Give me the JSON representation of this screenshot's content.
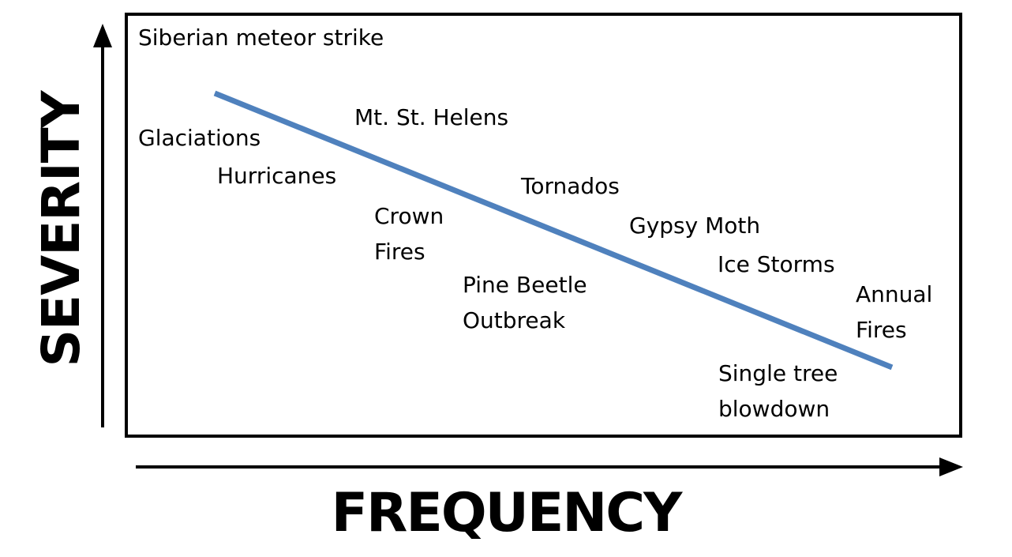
{
  "axes": {
    "y_title": "SEVERITY",
    "x_title": "FREQUENCY"
  },
  "trend_line": {
    "color": "#4f81bd"
  },
  "events": [
    {
      "id": "siberian-meteor-strike",
      "lines": [
        "Siberian meteor strike"
      ]
    },
    {
      "id": "mt-st-helens",
      "lines": [
        "Mt. St. Helens"
      ]
    },
    {
      "id": "glaciations",
      "lines": [
        "Glaciations"
      ]
    },
    {
      "id": "hurricanes",
      "lines": [
        "Hurricanes"
      ]
    },
    {
      "id": "tornados",
      "lines": [
        "Tornados"
      ]
    },
    {
      "id": "crown-fires",
      "lines": [
        "Crown",
        "Fires"
      ]
    },
    {
      "id": "gypsy-moth",
      "lines": [
        "Gypsy Moth"
      ]
    },
    {
      "id": "ice-storms",
      "lines": [
        "Ice Storms"
      ]
    },
    {
      "id": "pine-beetle-outbreak",
      "lines": [
        "Pine Beetle",
        "Outbreak"
      ]
    },
    {
      "id": "annual-fires",
      "lines": [
        "Annual",
        "Fires"
      ]
    },
    {
      "id": "single-tree-blowdown",
      "lines": [
        "Single tree",
        "blowdown"
      ]
    }
  ]
}
